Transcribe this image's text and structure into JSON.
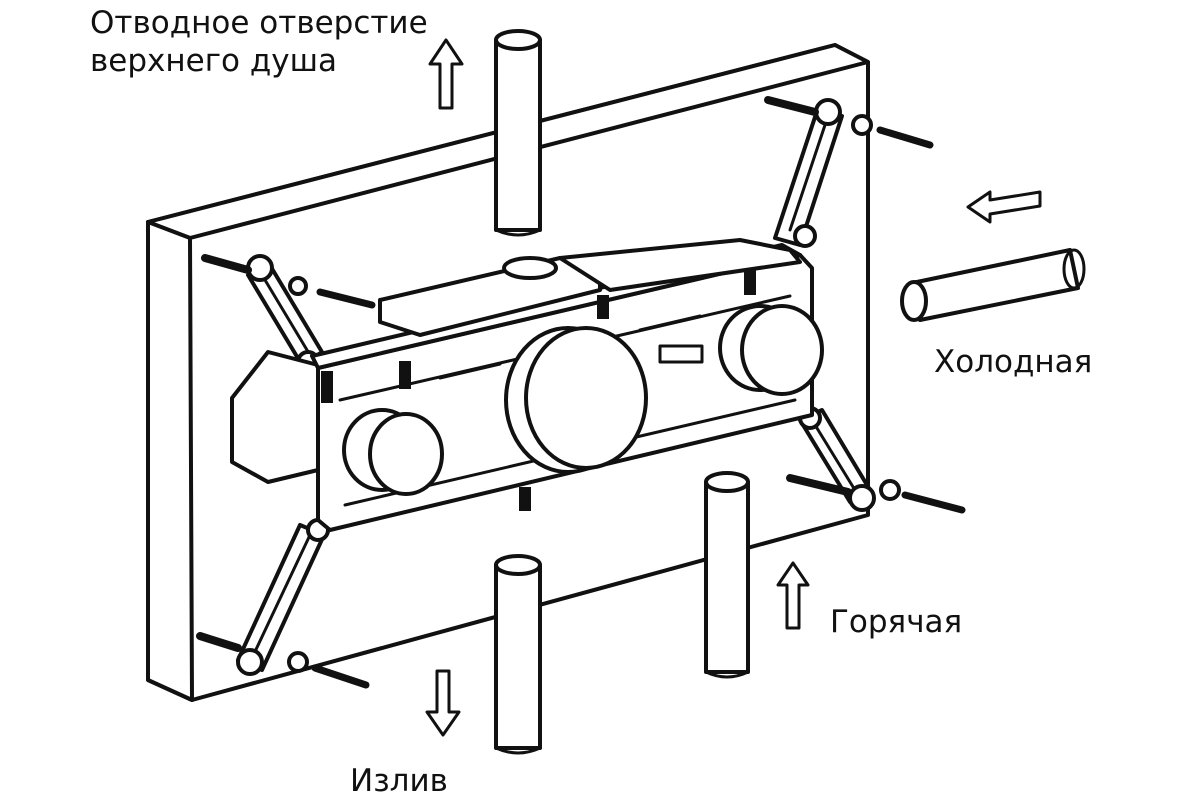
{
  "labels": {
    "top_outlet_line1": "Отводное отверстие",
    "top_outlet_line2": "верхнего душа",
    "cold": "Холодная",
    "hot": "Горячая",
    "spout": "Излив"
  },
  "colors": {
    "line": "#111111",
    "background": "#ffffff"
  },
  "icons": [
    "arrow-up-icon",
    "arrow-left-icon",
    "arrow-down-icon",
    "screw-icon",
    "washer-icon"
  ]
}
